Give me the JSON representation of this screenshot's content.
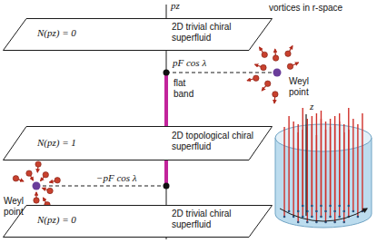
{
  "diagram": {
    "nodes": [
      {
        "text": [
          "N(pz) = 0",
          "2D trivial chiral superfluid"
        ]
      },
      {
        "text": [
          "N(pz) = 1",
          "2D topological chiral superfluid"
        ]
      },
      {
        "text": [
          "N(pz) = 0",
          "2D trivial chiral superfluid"
        ]
      }
    ],
    "labels": [
      "pz",
      "pF cos λ",
      "flat band",
      "Weyl point",
      "−pF cos λ",
      "Weyl point",
      "vortices in r-space",
      "z"
    ]
  }
}
